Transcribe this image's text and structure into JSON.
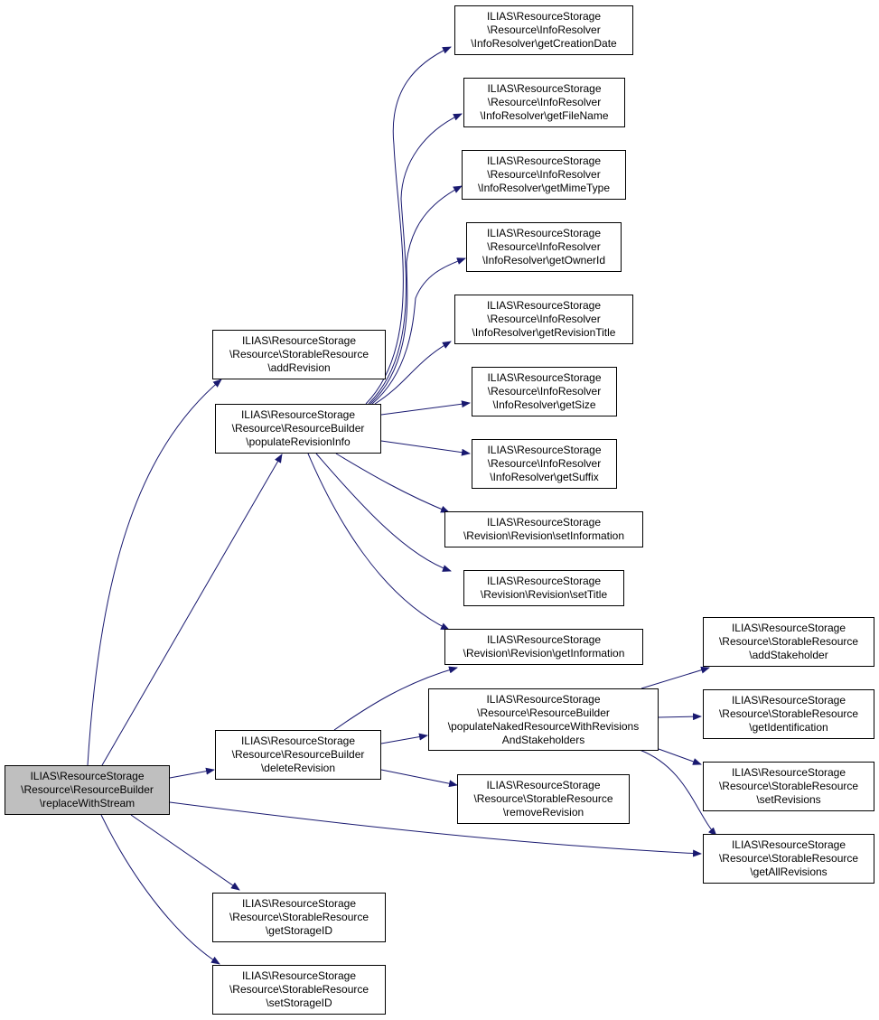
{
  "colors": {
    "edge": "#191970",
    "root_fill": "#bfbfbf",
    "node_fill": "#ffffff",
    "border": "#000000"
  },
  "nodes": {
    "replaceWithStream": [
      "ILIAS\\ResourceStorage",
      "\\Resource\\ResourceBuilder",
      "\\replaceWithStream"
    ],
    "addRevision": [
      "ILIAS\\ResourceStorage",
      "\\Resource\\StorableResource",
      "\\addRevision"
    ],
    "populateRevisionInfo": [
      "ILIAS\\ResourceStorage",
      "\\Resource\\ResourceBuilder",
      "\\populateRevisionInfo"
    ],
    "getCreationDate": [
      "ILIAS\\ResourceStorage",
      "\\Resource\\InfoResolver",
      "\\InfoResolver\\getCreationDate"
    ],
    "getFileName": [
      "ILIAS\\ResourceStorage",
      "\\Resource\\InfoResolver",
      "\\InfoResolver\\getFileName"
    ],
    "getMimeType": [
      "ILIAS\\ResourceStorage",
      "\\Resource\\InfoResolver",
      "\\InfoResolver\\getMimeType"
    ],
    "getOwnerId": [
      "ILIAS\\ResourceStorage",
      "\\Resource\\InfoResolver",
      "\\InfoResolver\\getOwnerId"
    ],
    "getRevisionTitle": [
      "ILIAS\\ResourceStorage",
      "\\Resource\\InfoResolver",
      "\\InfoResolver\\getRevisionTitle"
    ],
    "getSize": [
      "ILIAS\\ResourceStorage",
      "\\Resource\\InfoResolver",
      "\\InfoResolver\\getSize"
    ],
    "getSuffix": [
      "ILIAS\\ResourceStorage",
      "\\Resource\\InfoResolver",
      "\\InfoResolver\\getSuffix"
    ],
    "setInformation": [
      "ILIAS\\ResourceStorage",
      "\\Revision\\Revision\\setInformation"
    ],
    "setTitle": [
      "ILIAS\\ResourceStorage",
      "\\Revision\\Revision\\setTitle"
    ],
    "getInformation": [
      "ILIAS\\ResourceStorage",
      "\\Revision\\Revision\\getInformation"
    ],
    "deleteRevision": [
      "ILIAS\\ResourceStorage",
      "\\Resource\\ResourceBuilder",
      "\\deleteRevision"
    ],
    "populateNaked": [
      "ILIAS\\ResourceStorage",
      "\\Resource\\ResourceBuilder",
      "\\populateNakedResourceWithRevisions",
      "AndStakeholders"
    ],
    "removeRevision": [
      "ILIAS\\ResourceStorage",
      "\\Resource\\StorableResource",
      "\\removeRevision"
    ],
    "addStakeholder": [
      "ILIAS\\ResourceStorage",
      "\\Resource\\StorableResource",
      "\\addStakeholder"
    ],
    "getIdentification": [
      "ILIAS\\ResourceStorage",
      "\\Resource\\StorableResource",
      "\\getIdentification"
    ],
    "setRevisions": [
      "ILIAS\\ResourceStorage",
      "\\Resource\\StorableResource",
      "\\setRevisions"
    ],
    "getAllRevisions": [
      "ILIAS\\ResourceStorage",
      "\\Resource\\StorableResource",
      "\\getAllRevisions"
    ],
    "getStorageID": [
      "ILIAS\\ResourceStorage",
      "\\Resource\\StorableResource",
      "\\getStorageID"
    ],
    "setStorageID": [
      "ILIAS\\ResourceStorage",
      "\\Resource\\StorableResource",
      "\\setStorageID"
    ]
  },
  "edges": [
    [
      "replaceWithStream",
      "addRevision"
    ],
    [
      "replaceWithStream",
      "populateRevisionInfo"
    ],
    [
      "replaceWithStream",
      "deleteRevision"
    ],
    [
      "replaceWithStream",
      "getAllRevisions"
    ],
    [
      "replaceWithStream",
      "getStorageID"
    ],
    [
      "replaceWithStream",
      "setStorageID"
    ],
    [
      "populateRevisionInfo",
      "getCreationDate"
    ],
    [
      "populateRevisionInfo",
      "getFileName"
    ],
    [
      "populateRevisionInfo",
      "getMimeType"
    ],
    [
      "populateRevisionInfo",
      "getOwnerId"
    ],
    [
      "populateRevisionInfo",
      "getRevisionTitle"
    ],
    [
      "populateRevisionInfo",
      "getSize"
    ],
    [
      "populateRevisionInfo",
      "getSuffix"
    ],
    [
      "populateRevisionInfo",
      "setInformation"
    ],
    [
      "populateRevisionInfo",
      "setTitle"
    ],
    [
      "populateRevisionInfo",
      "getInformation"
    ],
    [
      "deleteRevision",
      "getInformation"
    ],
    [
      "deleteRevision",
      "populateNaked"
    ],
    [
      "deleteRevision",
      "removeRevision"
    ],
    [
      "populateNaked",
      "addStakeholder"
    ],
    [
      "populateNaked",
      "getIdentification"
    ],
    [
      "populateNaked",
      "setRevisions"
    ],
    [
      "populateNaked",
      "getAllRevisions"
    ]
  ]
}
